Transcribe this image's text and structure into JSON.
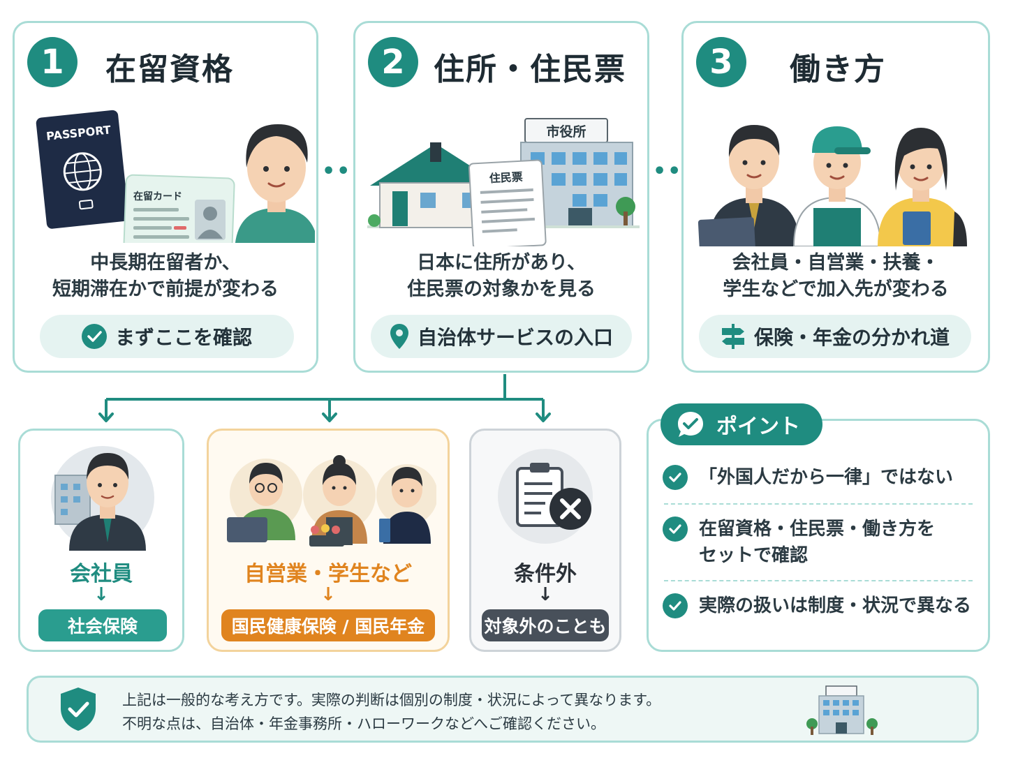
{
  "cards": [
    {
      "num": "1",
      "title": "在留資格",
      "desc1": "中長期在留者か、",
      "desc2": "短期滞在かで前提が変わる",
      "pill": "まずここを確認",
      "passport": "PASSPORT",
      "card_label": "在留カード"
    },
    {
      "num": "2",
      "title": "住所・住民票",
      "desc1": "日本に住所があり、",
      "desc2": "住民票の対象かを見る",
      "pill": "自治体サービスの入口",
      "office_sign": "市役所",
      "doc_label": "住民票"
    },
    {
      "num": "3",
      "title": "働き方",
      "desc1": "会社員・自営業・扶養・",
      "desc2": "学生などで加入先が変わる",
      "pill": "保険・年金の分かれ道"
    }
  ],
  "outcomes": [
    {
      "label": "会社員",
      "arrow": "↓",
      "tag": "社会保険",
      "color": "#2a9d8f"
    },
    {
      "label": "自営業・学生など",
      "arrow": "↓",
      "tag": "国民健康保険 / 国民年金",
      "color": "#e0841f"
    },
    {
      "label": "条件外",
      "arrow": "↓",
      "tag": "対象外のことも",
      "color": "#48505a"
    }
  ],
  "points": {
    "header": "ポイント",
    "items": [
      "「外国人だから一律」ではない",
      "在留資格・住民票・働き方を",
      "セットで確認",
      "実際の扱いは制度・状況で異なる"
    ]
  },
  "note": {
    "line1": "上記は一般的な考え方です。実際の判断は個別の制度・状況によって異なります。",
    "line2": "不明な点は、自治体・年金事務所・ハローワークなどへご確認ください。"
  },
  "colors": {
    "teal": "#1f8c80",
    "border": "#a9dcd6",
    "orange": "#e0841f",
    "gray": "#48505a"
  }
}
